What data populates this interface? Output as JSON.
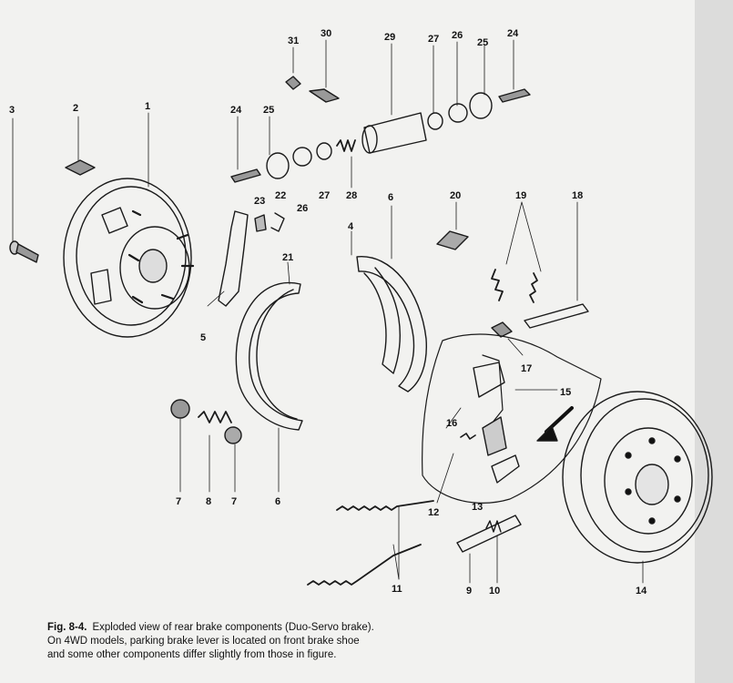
{
  "figure": {
    "number": "Fig. 8-4.",
    "caption": "Exploded view of rear brake components (Duo-Servo brake). On 4WD models, parking brake lever is located on front brake shoe and some other components differ slightly from those in figure."
  },
  "callouts": {
    "c1": "1",
    "c2": "2",
    "c3": "3",
    "c4": "4",
    "c5": "5",
    "c6a": "6",
    "c6b": "6",
    "c7a": "7",
    "c7b": "7",
    "c8": "8",
    "c9": "9",
    "c10": "10",
    "c11": "11",
    "c12": "12",
    "c13": "13",
    "c14": "14",
    "c15": "15",
    "c16": "16",
    "c17": "17",
    "c18": "18",
    "c19": "19",
    "c20": "20",
    "c21": "21",
    "c22": "22",
    "c23": "23",
    "c24a": "24",
    "c24b": "24",
    "c25a": "25",
    "c25b": "25",
    "c26a": "26",
    "c26b": "26",
    "c27a": "27",
    "c27b": "27",
    "c28": "28",
    "c29": "29",
    "c30": "30",
    "c31": "31"
  }
}
